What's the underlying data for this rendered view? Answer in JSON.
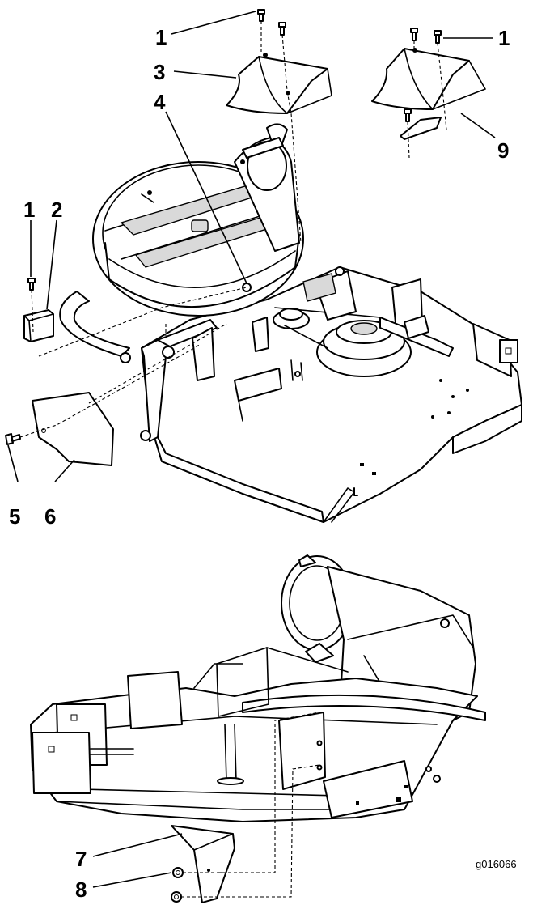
{
  "callouts": {
    "c1_top": "1",
    "c1_right": "1",
    "c1_left": "1",
    "c2": "2",
    "c3": "3",
    "c4": "4",
    "c5": "5",
    "c6": "6",
    "c7": "7",
    "c8": "8",
    "c9": "9"
  },
  "figure_id": "g016066"
}
